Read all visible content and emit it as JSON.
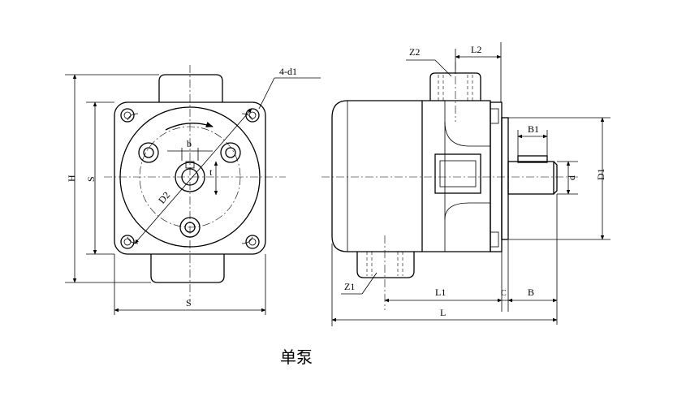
{
  "labels": {
    "H": "H",
    "S_vertical": "S",
    "S_horizontal": "S",
    "four_d1": "4-d1",
    "b": "b",
    "t": "t",
    "D2": "D2",
    "Z2": "Z2",
    "L2": "L2",
    "B1": "B1",
    "d": "d",
    "D1": "D1",
    "Z1": "Z1",
    "L1": "L1",
    "C": "C",
    "B": "B",
    "L": "L"
  },
  "caption": "单泵"
}
